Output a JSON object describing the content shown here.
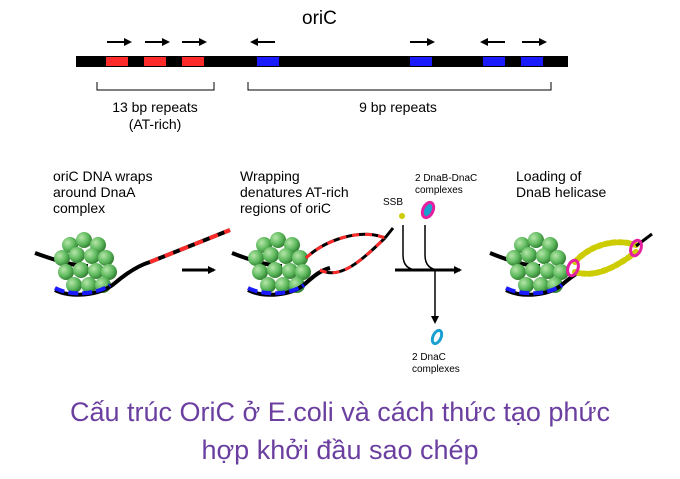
{
  "map": {
    "title": "oriC",
    "repeats13_label": "13 bp repeats",
    "repeats13_sub": "(AT-rich)",
    "repeats9_label": "9 bp repeats"
  },
  "steps": [
    {
      "line1": "oriC DNA wraps",
      "line2": "around DnaA",
      "line3": "complex"
    },
    {
      "line1": "Wrapping",
      "line2": "denatures AT-rich",
      "line3": "regions of oriC"
    },
    {
      "line1": "Loading of",
      "line2": "DnaB helicase"
    }
  ],
  "labels": {
    "ssb": "SSB",
    "dnab_dnac_1": "2 DnaB-DnaC",
    "dnab_dnac_2": "complexes",
    "dnac_1": "2 DnaC",
    "dnac_2": "complexes"
  },
  "caption": {
    "line1": "Cấu trúc OriC ở E.coli và cách thức tạo phức",
    "line2": "hợp khởi đầu sao chép"
  },
  "colors": {
    "dna": "#000000",
    "at_repeat": "#ff2a2a",
    "nine_repeat": "#1a1aff",
    "protein": "#5cb85c",
    "ssb": "#cccc00",
    "dnab": "#e61ea0",
    "dnac": "#1aa0d0",
    "caption": "#6b3fa0"
  }
}
